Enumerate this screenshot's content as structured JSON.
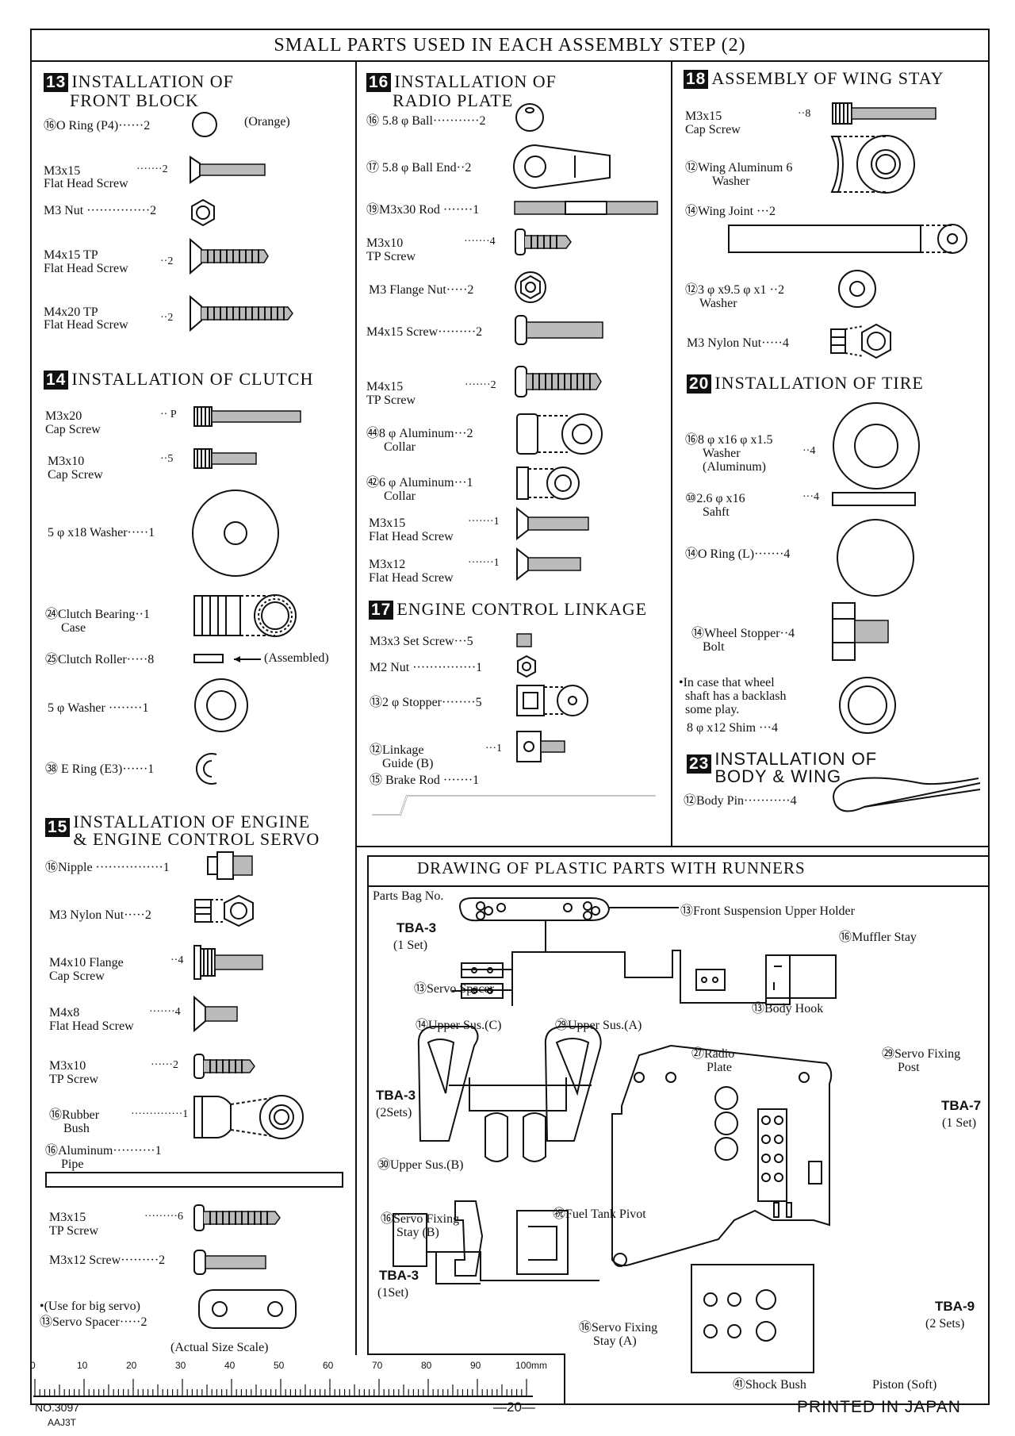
{
  "page_title": "SMALL PARTS USED IN EACH ASSEMBLY STEP (2)",
  "sections": {
    "s13": {
      "num": "13",
      "title_l1": "INSTALLATION OF",
      "title_l2": "FRONT BLOCK",
      "items": [
        {
          "label": "⑯O Ring (P4)······2",
          "note": "(Orange)"
        },
        {
          "label": "M3x15",
          "label2": "Flat Head Screw",
          "qty": "·······2"
        },
        {
          "label": "M3 Nut ···············2"
        },
        {
          "label": "M4x15 TP",
          "label2": "Flat Head Screw",
          "qty": "··2"
        },
        {
          "label": "M4x20 TP",
          "label2": "Flat Head Screw",
          "qty": "··2"
        }
      ]
    },
    "s14": {
      "num": "14",
      "title": "INSTALLATION OF CLUTCH",
      "items": [
        {
          "label": "M3x20",
          "label2": "Cap Screw",
          "qty": "·· P"
        },
        {
          "label": "M3x10",
          "label2": "Cap Screw",
          "qty": "··5"
        },
        {
          "label": "5 φ x18 Washer·····1"
        },
        {
          "label": "㉔Clutch Bearing··1",
          "label2": "Case"
        },
        {
          "label": "㉕Clutch Roller·····8",
          "note": "(Assembled)"
        },
        {
          "label": "5 φ  Washer ········1"
        },
        {
          "label": "㊳ E Ring (E3)······1"
        }
      ]
    },
    "s15": {
      "num": "15",
      "title_l1": "INSTALLATION OF ENGINE",
      "title_l2": "& ENGINE CONTROL SERVO",
      "items": [
        {
          "label": "⑯Nipple ················1"
        },
        {
          "label": "M3 Nylon Nut·····2"
        },
        {
          "label": "M4x10 Flange",
          "label2": "Cap Screw",
          "qty": "··4"
        },
        {
          "label": "M4x8",
          "label2": "Flat Head Screw",
          "qty": "·······4"
        },
        {
          "label": "M3x10",
          "label2": "TP Screw",
          "qty": "······2"
        },
        {
          "label": "⑯Rubber",
          "label2": "Bush",
          "qty": "··············1"
        },
        {
          "label": "⑯Aluminum··········1",
          "label2": "Pipe"
        },
        {
          "label": "M3x15",
          "label2": "TP Screw",
          "qty": "·········6"
        },
        {
          "label": "M3x12 Screw·········2"
        },
        {
          "label": "•(Use for big servo)",
          "label2": "⑬Servo Spacer·····2"
        }
      ]
    },
    "s16": {
      "num": "16",
      "title_l1": "INSTALLATION OF",
      "title_l2": "RADIO PLATE",
      "items": [
        {
          "label": "⑯ 5.8 φ  Ball···········2"
        },
        {
          "label": "⑰ 5.8 φ  Ball End··2"
        },
        {
          "label": "⑲M3x30 Rod ·······1"
        },
        {
          "label": "M3x10",
          "label2": "TP Screw",
          "qty": "·······4"
        },
        {
          "label": "M3 Flange Nut·····2"
        },
        {
          "label": "M4x15 Screw·········2"
        },
        {
          "label": "M4x15",
          "label2": "TP Screw",
          "qty": "·······2"
        },
        {
          "label": "㊹8 φ  Aluminum···2",
          "label2": "Collar"
        },
        {
          "label": "㊷6 φ  Aluminum···1",
          "label2": "Collar"
        },
        {
          "label": "M3x15",
          "label2": "Flat Head Screw",
          "qty": "·······1"
        },
        {
          "label": "M3x12",
          "label2": "Flat Head Screw",
          "qty": "·······1"
        }
      ]
    },
    "s17": {
      "num": "17",
      "title": "ENGINE CONTROL LINKAGE",
      "items": [
        {
          "label": "M3x3 Set Screw···5"
        },
        {
          "label": "M2 Nut ···············1"
        },
        {
          "label": "⑬2 φ  Stopper········5"
        },
        {
          "label": "⑫Linkage",
          "label2": "Guide (B)",
          "qty": "···1"
        },
        {
          "label": "⑮ Brake Rod ·······1"
        }
      ]
    },
    "s18": {
      "num": "18",
      "title": "ASSEMBLY OF WING STAY",
      "items": [
        {
          "label": "M3x15",
          "label2": "Cap Screw",
          "qty": "··8"
        },
        {
          "label": "⑫Wing Aluminum 6",
          "label2": "Washer"
        },
        {
          "label": "⑭Wing Joint   ···2"
        },
        {
          "label": "⑫3 φ x9.5 φ x1  ··2",
          "label2": "Washer"
        },
        {
          "label": "M3 Nylon Nut·····4"
        }
      ]
    },
    "s20": {
      "num": "20",
      "title": "INSTALLATION OF TIRE",
      "items": [
        {
          "label": "⑯8 φ x16 φ x1.5",
          "label2": "Washer",
          "label3": "(Aluminum)",
          "qty": "··4"
        },
        {
          "label": "⑩2.6 φ x16",
          "label2": "Sahft",
          "qty": "···4"
        },
        {
          "label": "⑭O Ring (L)·······4"
        },
        {
          "label": "⑭Wheel Stopper··4",
          "label2": "Bolt"
        },
        {
          "label": "•In case that wheel",
          "label2": "shaft has a backlash",
          "label3": "some play.",
          "label4": "8 φ x12 Shim    ···4"
        }
      ]
    },
    "s23": {
      "num": "23",
      "title_l1": "INSTALLATION OF",
      "title_l2": "BODY & WING",
      "items": [
        {
          "label": "⑫Body Pin···········4"
        }
      ]
    }
  },
  "runners": {
    "title": "DRAWING OF PLASTIC PARTS WITH RUNNERS",
    "bag_label": "Parts Bag No.",
    "bags": [
      "TBA-3",
      "(1 Set)",
      "TBA-3",
      "(2Sets)",
      "TBA-3",
      "(1Set)",
      "TBA-7",
      "(1 Set)",
      "TBA-9",
      "(2 Sets)"
    ],
    "labels": [
      "⑬Front Suspension Upper Holder",
      "⑯Muffler Stay",
      "⑬Servo Spacer",
      "⑬Body Hook",
      "⑭Upper Sus.(C)",
      "㉙Upper Sus.(A)",
      "㉚Upper Sus.(B)",
      "㉗Radio",
      "Plate",
      "㉙Servo Fixing",
      "Post",
      "⑯Servo Fixing",
      "Stay (B)",
      "㊗Fuel Tank Pivot",
      "⑯Servo Fixing",
      "Stay (A)",
      "㊶Shock Bush",
      "Piston (Soft)"
    ]
  },
  "scale": {
    "label": "(Actual Size Scale)",
    "ticks": [
      "0",
      "10",
      "20",
      "30",
      "40",
      "50",
      "60",
      "70",
      "80",
      "90",
      "100mm"
    ]
  },
  "footer": {
    "no": "NO.3097",
    "code": "AAJ3T",
    "page": "—20—",
    "printed": "PRINTED IN JAPAN"
  }
}
